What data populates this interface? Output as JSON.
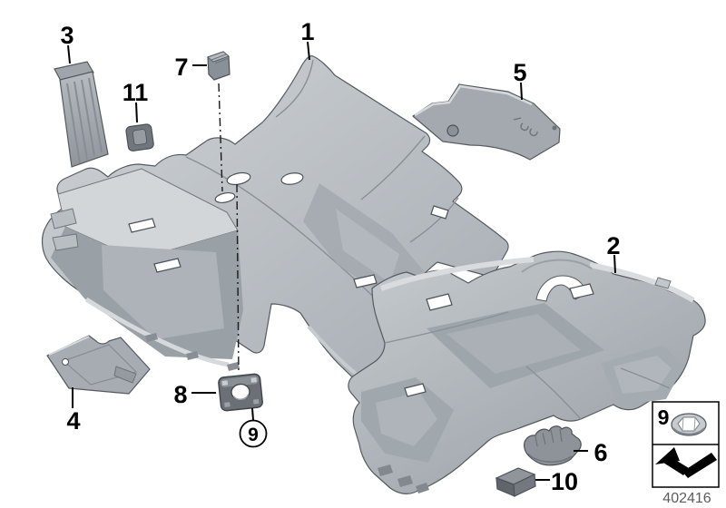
{
  "diagram": {
    "type": "exploded-parts-diagram",
    "subject": "floor covering / carpet trim",
    "background": "#ffffff",
    "colors": {
      "line_color": "#000000",
      "part_fill_light": "#c9cdd1",
      "part_fill_mid": "#a9afb5",
      "part_fill_dark": "#6a7076",
      "code_text_color": "#5c5c5c"
    },
    "callouts": {
      "n1": {
        "label": "1"
      },
      "n2": {
        "label": "2"
      },
      "n3": {
        "label": "3"
      },
      "n4": {
        "label": "4"
      },
      "n5": {
        "label": "5"
      },
      "n6": {
        "label": "6"
      },
      "n7": {
        "label": "7"
      },
      "n8": {
        "label": "8"
      },
      "n9_circled": {
        "label": "9"
      },
      "n10": {
        "label": "10"
      },
      "n11": {
        "label": "11"
      }
    },
    "legend": {
      "ref_label": "9",
      "icons": {
        "fastener": "speed-nut-washer-icon",
        "swap": "replacement-arrow-icon"
      }
    },
    "code": {
      "value": "402416"
    }
  }
}
